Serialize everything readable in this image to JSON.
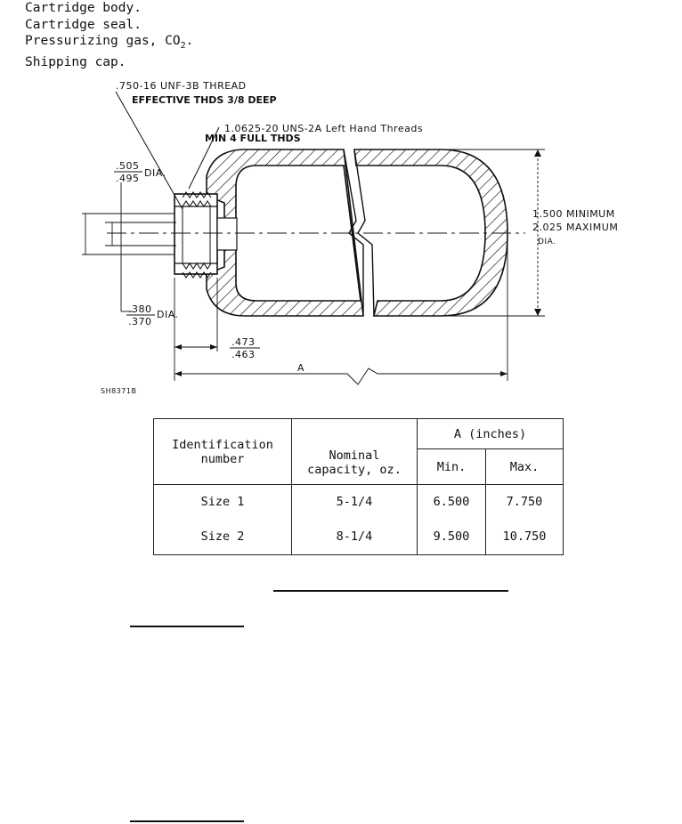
{
  "parts_list": [
    {
      "text": "Cartridge body."
    },
    {
      "text": "Cartridge seal."
    },
    {
      "text": "Pressurizing gas, CO",
      "sub": "2",
      "suffix": "."
    },
    {
      "text": "Shipping cap."
    }
  ],
  "drawing": {
    "thread_note_line1": ".750-16 UNF-3B THREAD",
    "thread_note_line2": "EFFECTIVE THDS 3/8 DEEP",
    "outer_thread_line1": "1.0625-20 UNS-2A Left Hand Threads",
    "outer_thread_line2": "MIN 4 FULL THDS",
    "dia1_top": ".505",
    "dia1_bottom": ".495",
    "dia1_suffix": "DIA.",
    "dia2_top": ".380",
    "dia2_bottom": ".370",
    "dia2_suffix": "DIA.",
    "len_top": ".473",
    "len_bottom": ".463",
    "dim_a": "A",
    "od_line1": "1.500 MINIMUM",
    "od_line2": "2.025 MAXIMUM",
    "od_line3": "DIA.",
    "drawing_id": "SH8371B"
  },
  "table": {
    "col_id": "Identification number",
    "col_id_line1": "Identification",
    "col_id_line2": "number",
    "col_cap_line1": "Nominal",
    "col_cap_line2": "capacity, oz.",
    "col_a": "A (inches)",
    "col_min": "Min.",
    "col_max": "Max.",
    "rows": [
      {
        "id": "Size 1",
        "capacity": "5-1/4",
        "min": "6.500",
        "max": "7.750"
      },
      {
        "id": "Size 2",
        "capacity": "8-1/4",
        "min": "9.500",
        "max": "10.750"
      }
    ]
  }
}
